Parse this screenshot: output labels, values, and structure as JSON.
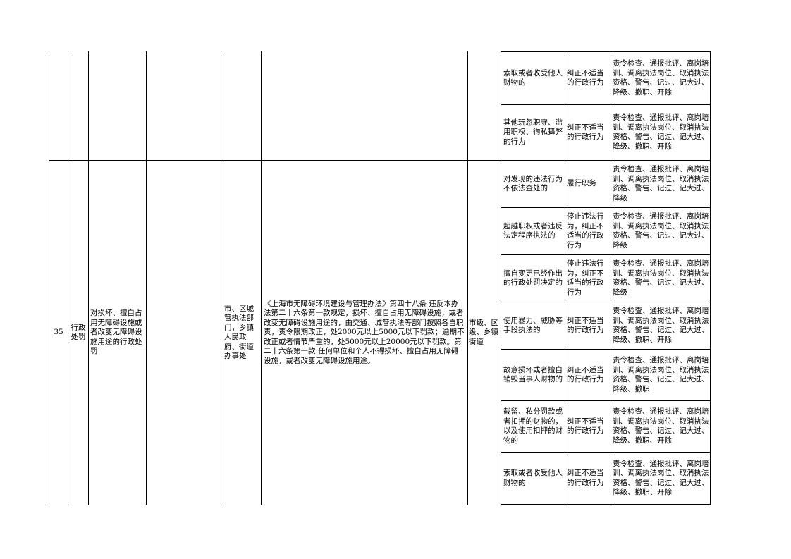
{
  "rows_top": [
    {
      "liability": "索取或者收受他人财物的",
      "handling": "纠正不适当的行政行为",
      "penalty": "责令检查、通报批评、离岗培训、调离执法岗位、取消执法资格、警告、记过、记大过、降级、撤职、开除"
    },
    {
      "liability": "其他玩忽职守、滥用职权、徇私舞弊的行为",
      "handling": "纠正不适当的行政行为",
      "penalty": "责令检查、通报批评、离岗培训、调离执法岗位、取消执法资格、警告、记过、记大过、降级、撤职、开除"
    }
  ],
  "item35": {
    "no": "35",
    "category": "行政处罚",
    "name": "对损坏、擅自占用无障碍设施或者改变无障碍设施用途的行政处罚",
    "subject": "市、区城管执法部门，乡镇人民政府、街道办事处",
    "basis": "《上海市无障碍环境建设与管理办法》第四十八条 违反本办法第二十六条第一款规定，损坏、擅自占用无障碍设施，或者改变无障碍设施用途的，由交通、城管执法等部门按照各自职责，责令限期改正，处2000元以上5000元以下罚款；逾期不改正或者情节严重的，处5000元以上20000元以下罚款。第二十六条第一款 任何单位和个人不得损坏、擅自占用无障碍设施，或者改变无障碍设施用途。",
    "level": "市级、区级、乡镇街道",
    "rows": [
      {
        "liability": "对发现的违法行为不依法查处的",
        "handling": "履行职务",
        "penalty": "责令检查、通报批评、离岗培训、调离执法岗位、取消执法资格、警告、记过、记大过、降级"
      },
      {
        "liability": "超越职权或者违反法定程序执法的",
        "handling": "停止违法行为，纠正不适当的行政行为",
        "penalty": "责令检查、通报批评、离岗培训、调离执法岗位、取消执法资格、警告、记过、记大过、降级"
      },
      {
        "liability": "擅自变更已经作出的行政处罚决定的",
        "handling": "停止违法行为，纠正不适当的行政行为",
        "penalty": "责令检查、通报批评、离岗培训、调离执法岗位、取消执法资格、警告、记过、记大过、降级"
      },
      {
        "liability": "使用暴力、威胁等手段执法的",
        "handling": "纠正不适当的行政行为",
        "penalty": "责令检查、通报批评、离岗培训、调离执法岗位、取消执法资格、警告、记过、记大过、降级、撤职、开除"
      },
      {
        "liability": "故意损坏或者擅自销毁当事人财物的",
        "handling": "纠正不适当的行政行为",
        "penalty": "责令检查、通报批评、离岗培训、调离执法岗位、取消执法资格、警告、记过、记大过、降级、撤职"
      },
      {
        "liability": "截留、私分罚款或者扣押的财物的，以及使用扣押的财物的",
        "handling": "纠正不适当的行政行为",
        "penalty": "责令检查、通报批评、离岗培训、调离执法岗位、取消执法资格、警告、记过、记大过、降级、撤职、开除"
      },
      {
        "liability": "索取或者收受他人财物的",
        "handling": "纠正不适当的行政行为",
        "penalty": "责令检查、通报批评、离岗培训、调离执法岗位、取消执法资格、警告、记过、记大过、降级、撤职、开除"
      }
    ]
  }
}
